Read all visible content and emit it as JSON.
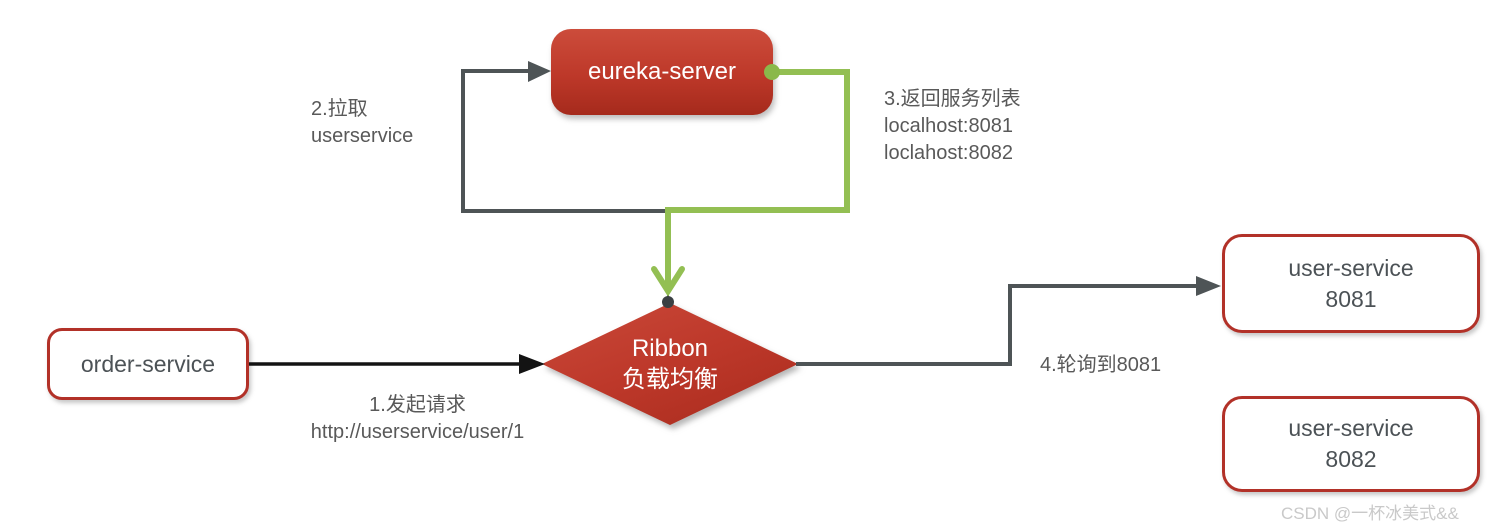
{
  "diagram": {
    "nodes": {
      "eureka": {
        "label": "eureka-server"
      },
      "order": {
        "label": "order-service"
      },
      "ribbon": {
        "line1": "Ribbon",
        "line2": "负载均衡"
      },
      "user_8081": {
        "line1": "user-service",
        "line2": "8081"
      },
      "user_8082": {
        "line1": "user-service",
        "line2": "8082"
      }
    },
    "labels": {
      "step1": {
        "line1": "1.发起请求",
        "line2": "http://userservice/user/1"
      },
      "step2": {
        "line1": "2.拉取",
        "line2": "userservice"
      },
      "step3": {
        "line1": "3.返回服务列表",
        "line2": "localhost:8081",
        "line3": "loclahost:8082"
      },
      "step4": {
        "text": "4.轮询到8081"
      }
    },
    "watermark": "CSDN @一杯冰美式&&",
    "colors": {
      "node_red_top": "#cc4c3b",
      "node_red_bottom": "#a52a1c",
      "white_box_border": "#b23128",
      "green_line": "#93bf53",
      "dark_line": "#4e5456",
      "black_line": "#131313",
      "label_text": "#595959",
      "node_text": "#4c5256",
      "watermark_text": "#c9c9c9"
    }
  }
}
